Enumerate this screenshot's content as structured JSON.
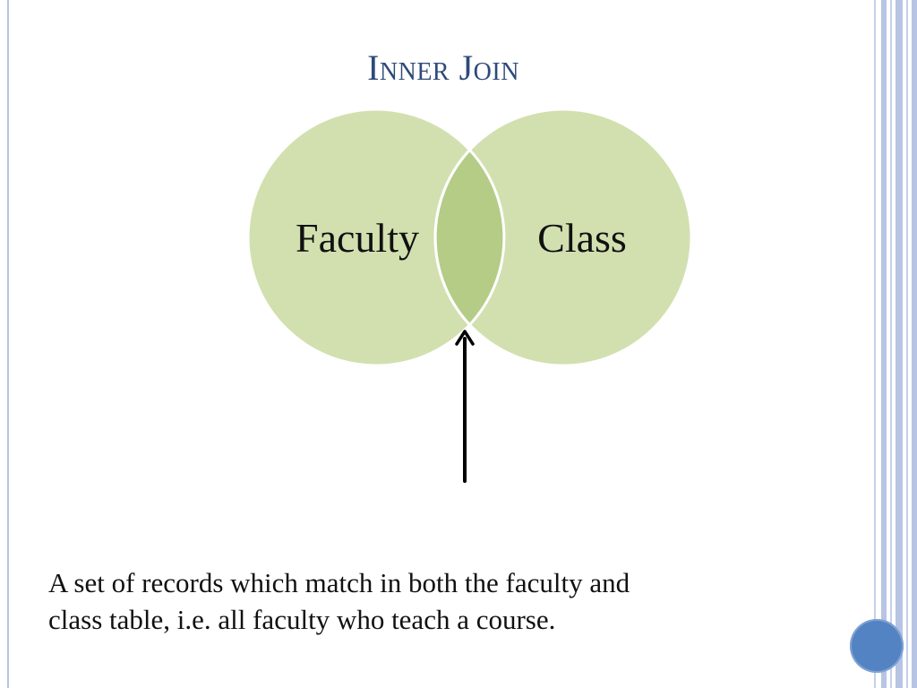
{
  "slide": {
    "title": "Inner Join",
    "caption_line1": "A set of records which match in both the faculty and",
    "caption_line2": "class table, i.e. all faculty who teach a course."
  },
  "venn": {
    "left_label": "Faculty",
    "right_label": "Class",
    "circle_color": "#d2e0b0",
    "overlap_color": "#b4cc85",
    "outline_color": "#ffffff"
  },
  "colors": {
    "title": "#2e4a7a",
    "accent_stripe": "#b7c4e4",
    "corner_dot": "#5383c3",
    "arrow": "#000000"
  }
}
